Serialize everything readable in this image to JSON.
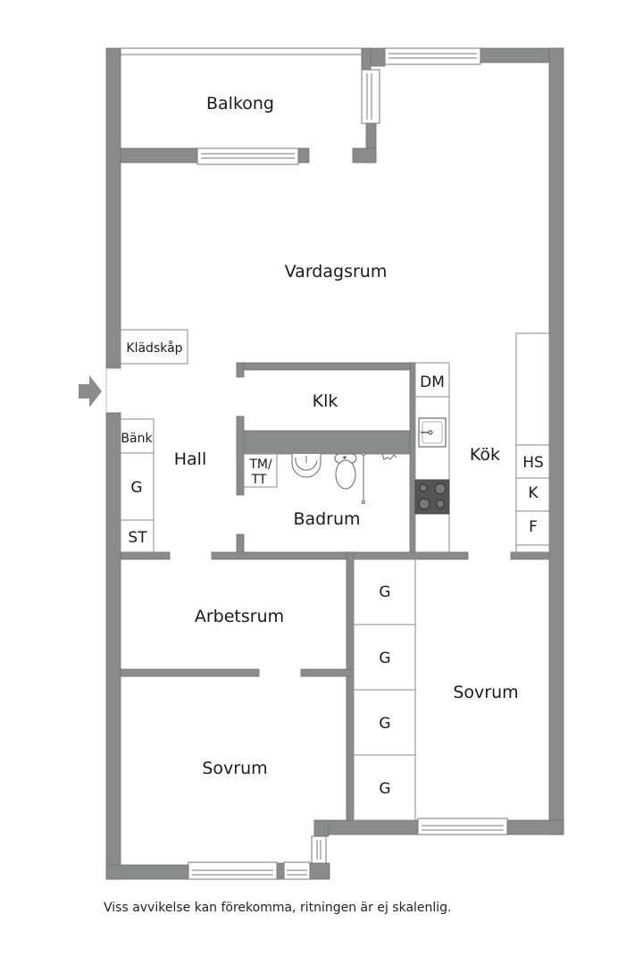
{
  "colors": {
    "wall": "#8a8c8c",
    "wall_stroke": "#6e7070",
    "fixture_line": "#888888",
    "stove": "#555555",
    "background": "#ffffff",
    "text": "#1a1a1a"
  },
  "rooms": {
    "balkong": "Balkong",
    "vardagsrum": "Vardagsrum",
    "klk": "Klk",
    "hall": "Hall",
    "kok": "Kök",
    "badrum": "Badrum",
    "arbetsrum": "Arbetsrum",
    "sovrum_left": "Sovrum",
    "sovrum_right": "Sovrum"
  },
  "fixtures": {
    "kladskap": "Klädskåp",
    "bank": "Bänk",
    "hall_g": "G",
    "st": "ST",
    "tm_tt_line1": "TM/",
    "tm_tt_line2": "TT",
    "dm": "DM",
    "hs": "HS",
    "k": "K",
    "f": "F",
    "wardrobe_1": "G",
    "wardrobe_2": "G",
    "wardrobe_3": "G",
    "wardrobe_4": "G"
  },
  "icons": {
    "entrance": "entrance-arrow-icon",
    "sink": "kitchen-sink-icon",
    "stove": "stove-icon",
    "washbasin": "washbasin-icon",
    "toilet": "toilet-icon",
    "shower": "shower-icon"
  },
  "caption": "Viss avvikelse kan förekomma, ritningen är ej skalenlig."
}
